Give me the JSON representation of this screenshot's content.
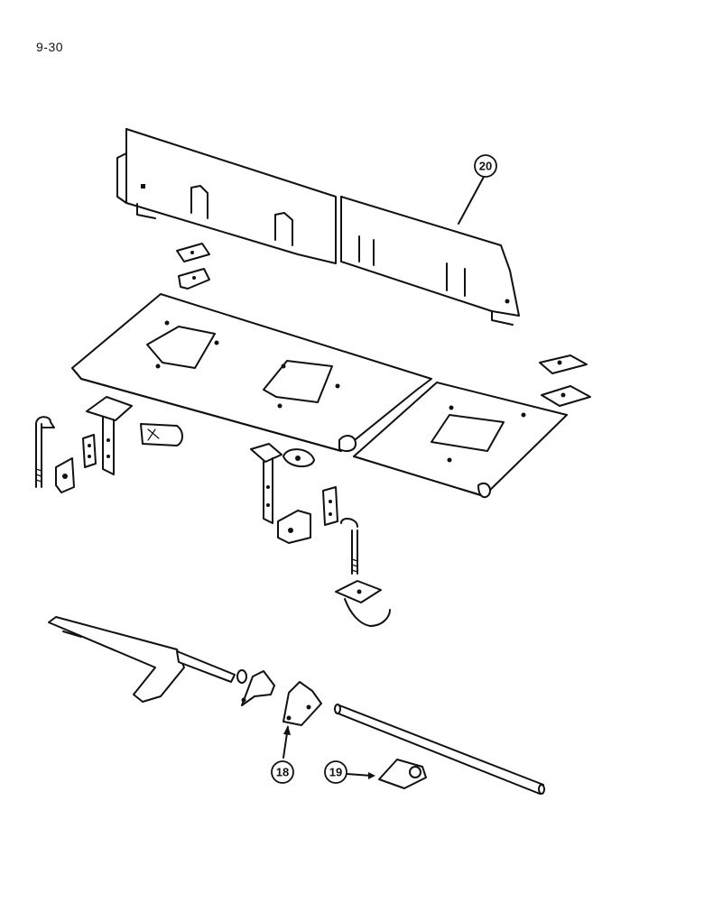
{
  "page": {
    "number": "9-30"
  },
  "callouts": [
    {
      "id": "20"
    },
    {
      "id": "18"
    },
    {
      "id": "19"
    }
  ]
}
